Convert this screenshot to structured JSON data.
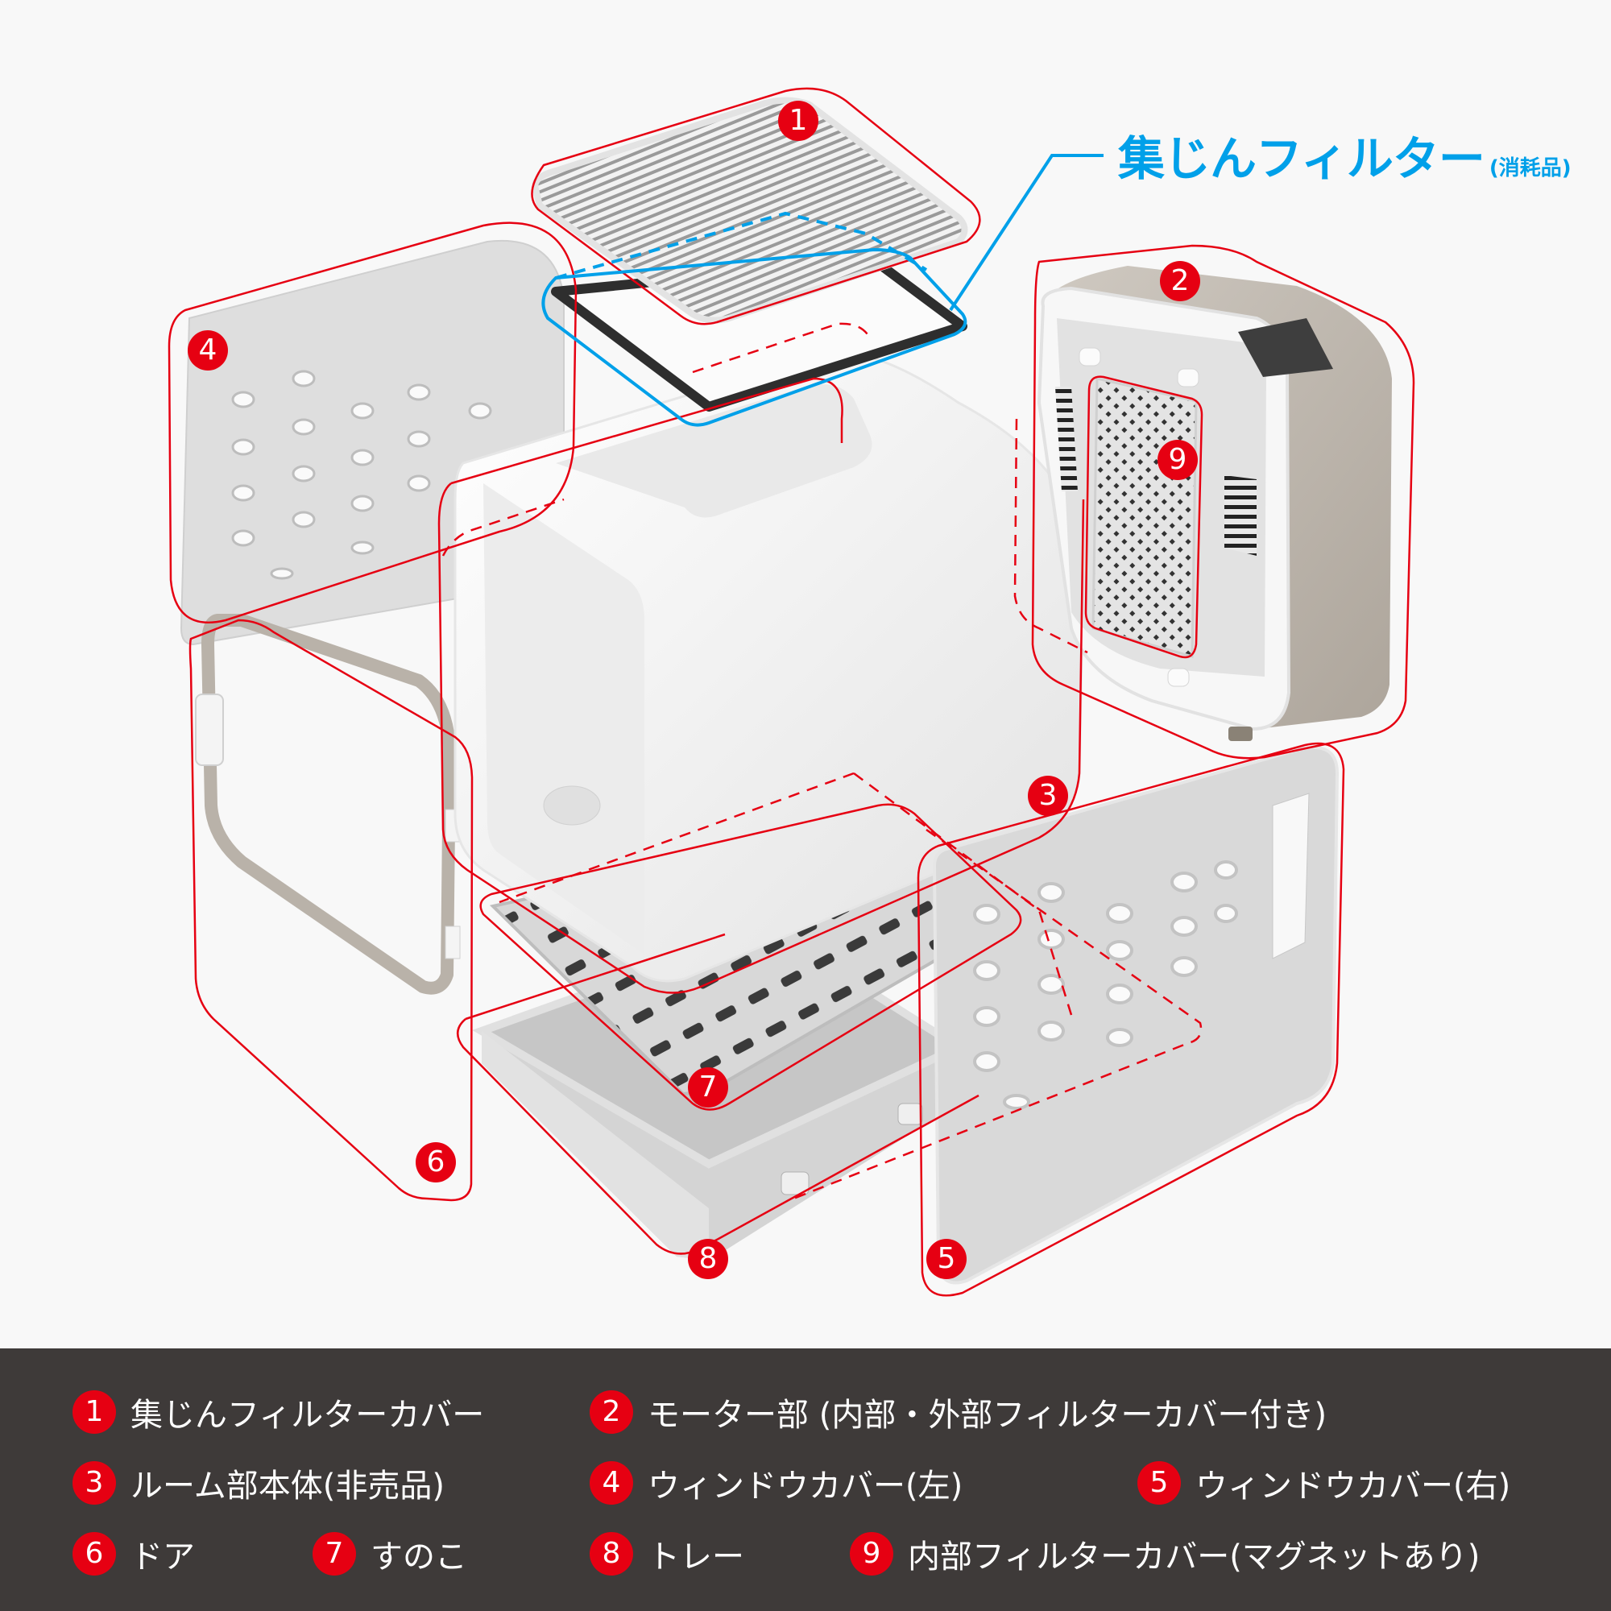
{
  "callout": {
    "title": "集じんフィルター",
    "note": "(消耗品)",
    "color": "#00a0e9"
  },
  "badges": [
    "1",
    "2",
    "3",
    "4",
    "5",
    "6",
    "7",
    "8",
    "9"
  ],
  "legend": {
    "items": [
      {
        "num": "1",
        "label": "集じんフィルターカバー"
      },
      {
        "num": "2",
        "label": "モーター部 (内部・外部フィルターカバー付き)"
      },
      {
        "num": "3",
        "label": "ルーム部本体(非売品)"
      },
      {
        "num": "4",
        "label": "ウィンドウカバー(左)"
      },
      {
        "num": "5",
        "label": "ウィンドウカバー(右)"
      },
      {
        "num": "6",
        "label": "ドア"
      },
      {
        "num": "7",
        "label": "すのこ"
      },
      {
        "num": "8",
        "label": "トレー"
      },
      {
        "num": "9",
        "label": "内部フィルターカバー(マグネットあり)"
      }
    ]
  },
  "colors": {
    "accent_red": "#e60012",
    "legend_bg": "#3e3a39",
    "motor_beige": "#bdb6ad",
    "background": "#f8f8f8"
  }
}
